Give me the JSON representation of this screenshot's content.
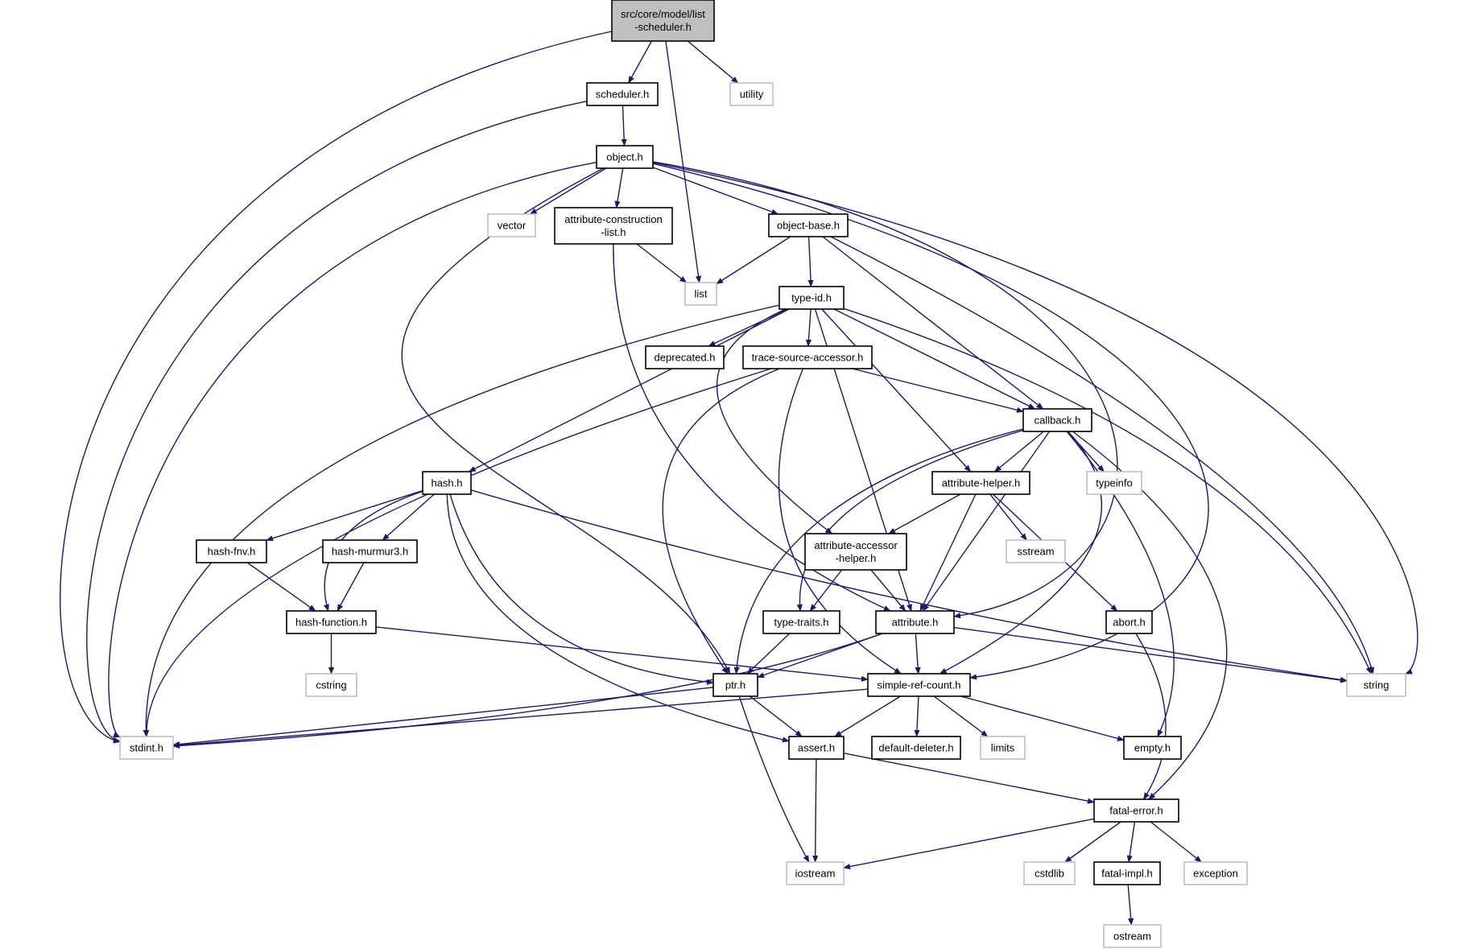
{
  "nodes": [
    {
      "id": "root",
      "kind": "root",
      "lines": [
        "src/core/model/list",
        "-scheduler.h"
      ]
    },
    {
      "id": "scheduler",
      "kind": "local",
      "lines": [
        "scheduler.h"
      ]
    },
    {
      "id": "utility",
      "kind": "system",
      "lines": [
        "utility"
      ]
    },
    {
      "id": "object",
      "kind": "local",
      "lines": [
        "object.h"
      ]
    },
    {
      "id": "vector",
      "kind": "system",
      "lines": [
        "vector"
      ]
    },
    {
      "id": "acl",
      "kind": "local",
      "lines": [
        "attribute-construction",
        "-list.h"
      ]
    },
    {
      "id": "objbase",
      "kind": "local",
      "lines": [
        "object-base.h"
      ]
    },
    {
      "id": "list",
      "kind": "system",
      "lines": [
        "list"
      ]
    },
    {
      "id": "typeid",
      "kind": "local",
      "lines": [
        "type-id.h"
      ]
    },
    {
      "id": "deprecated",
      "kind": "local",
      "lines": [
        "deprecated.h"
      ]
    },
    {
      "id": "tsa",
      "kind": "local",
      "lines": [
        "trace-source-accessor.h"
      ]
    },
    {
      "id": "callback",
      "kind": "local",
      "lines": [
        "callback.h"
      ]
    },
    {
      "id": "hash",
      "kind": "local",
      "lines": [
        "hash.h"
      ]
    },
    {
      "id": "attrhelper",
      "kind": "local",
      "lines": [
        "attribute-helper.h"
      ]
    },
    {
      "id": "typeinfo",
      "kind": "system",
      "lines": [
        "typeinfo"
      ]
    },
    {
      "id": "hashfnv",
      "kind": "local",
      "lines": [
        "hash-fnv.h"
      ]
    },
    {
      "id": "hashmurmur",
      "kind": "local",
      "lines": [
        "hash-murmur3.h"
      ]
    },
    {
      "id": "aah",
      "kind": "local",
      "lines": [
        "attribute-accessor",
        "-helper.h"
      ]
    },
    {
      "id": "sstream",
      "kind": "system",
      "lines": [
        "sstream"
      ]
    },
    {
      "id": "hashfunc",
      "kind": "local",
      "lines": [
        "hash-function.h"
      ]
    },
    {
      "id": "typetraits",
      "kind": "local",
      "lines": [
        "type-traits.h"
      ]
    },
    {
      "id": "attribute",
      "kind": "local",
      "lines": [
        "attribute.h"
      ]
    },
    {
      "id": "abort",
      "kind": "local",
      "lines": [
        "abort.h"
      ]
    },
    {
      "id": "cstring",
      "kind": "system",
      "lines": [
        "cstring"
      ]
    },
    {
      "id": "ptr",
      "kind": "local",
      "lines": [
        "ptr.h"
      ]
    },
    {
      "id": "src",
      "kind": "local",
      "lines": [
        "simple-ref-count.h"
      ]
    },
    {
      "id": "string",
      "kind": "system",
      "lines": [
        "string"
      ]
    },
    {
      "id": "stdint",
      "kind": "system",
      "lines": [
        "stdint.h"
      ]
    },
    {
      "id": "assert",
      "kind": "local",
      "lines": [
        "assert.h"
      ]
    },
    {
      "id": "defdel",
      "kind": "local",
      "lines": [
        "default-deleter.h"
      ]
    },
    {
      "id": "limits",
      "kind": "system",
      "lines": [
        "limits"
      ]
    },
    {
      "id": "empty",
      "kind": "local",
      "lines": [
        "empty.h"
      ]
    },
    {
      "id": "fatalerror",
      "kind": "local",
      "lines": [
        "fatal-error.h"
      ]
    },
    {
      "id": "iostream",
      "kind": "system",
      "lines": [
        "iostream"
      ]
    },
    {
      "id": "cstdlib",
      "kind": "system",
      "lines": [
        "cstdlib"
      ]
    },
    {
      "id": "fatalimpl",
      "kind": "local",
      "lines": [
        "fatal-impl.h"
      ]
    },
    {
      "id": "exception",
      "kind": "system",
      "lines": [
        "exception"
      ]
    },
    {
      "id": "ostream",
      "kind": "system",
      "lines": [
        "ostream"
      ]
    }
  ],
  "edges": [
    [
      "root",
      "scheduler"
    ],
    [
      "root",
      "utility"
    ],
    [
      "root",
      "list"
    ],
    [
      "root",
      "stdint"
    ],
    [
      "scheduler",
      "object"
    ],
    [
      "scheduler",
      "stdint"
    ],
    [
      "object",
      "vector"
    ],
    [
      "object",
      "acl"
    ],
    [
      "object",
      "objbase"
    ],
    [
      "object",
      "string"
    ],
    [
      "object",
      "src"
    ],
    [
      "object",
      "attribute"
    ],
    [
      "object",
      "ptr"
    ],
    [
      "object",
      "stdint"
    ],
    [
      "acl",
      "list"
    ],
    [
      "acl",
      "attribute"
    ],
    [
      "objbase",
      "list"
    ],
    [
      "objbase",
      "typeid"
    ],
    [
      "objbase",
      "callback"
    ],
    [
      "objbase",
      "string"
    ],
    [
      "typeid",
      "deprecated"
    ],
    [
      "typeid",
      "tsa"
    ],
    [
      "typeid",
      "callback"
    ],
    [
      "typeid",
      "hash"
    ],
    [
      "typeid",
      "attrhelper"
    ],
    [
      "typeid",
      "aah"
    ],
    [
      "typeid",
      "attribute"
    ],
    [
      "typeid",
      "string"
    ],
    [
      "typeid",
      "stdint"
    ],
    [
      "tsa",
      "callback"
    ],
    [
      "tsa",
      "ptr"
    ],
    [
      "tsa",
      "src"
    ],
    [
      "tsa",
      "stdint"
    ],
    [
      "callback",
      "typeinfo"
    ],
    [
      "callback",
      "attrhelper"
    ],
    [
      "callback",
      "typetraits"
    ],
    [
      "callback",
      "attribute"
    ],
    [
      "callback",
      "ptr"
    ],
    [
      "callback",
      "src"
    ],
    [
      "callback",
      "empty"
    ],
    [
      "callback",
      "fatalerror"
    ],
    [
      "hash",
      "hashfnv"
    ],
    [
      "hash",
      "hashmurmur"
    ],
    [
      "hash",
      "hashfunc"
    ],
    [
      "hash",
      "ptr"
    ],
    [
      "hash",
      "assert"
    ],
    [
      "hash",
      "string"
    ],
    [
      "attrhelper",
      "aah"
    ],
    [
      "attrhelper",
      "sstream"
    ],
    [
      "attrhelper",
      "attribute"
    ],
    [
      "attrhelper",
      "abort"
    ],
    [
      "hashfnv",
      "hashfunc"
    ],
    [
      "hashmurmur",
      "hashfunc"
    ],
    [
      "aah",
      "typetraits"
    ],
    [
      "aah",
      "attribute"
    ],
    [
      "hashfunc",
      "cstring"
    ],
    [
      "hashfunc",
      "src"
    ],
    [
      "typetraits",
      "ptr"
    ],
    [
      "attribute",
      "ptr"
    ],
    [
      "attribute",
      "src"
    ],
    [
      "attribute",
      "string"
    ],
    [
      "attribute",
      "stdint"
    ],
    [
      "abort",
      "fatalerror"
    ],
    [
      "ptr",
      "assert"
    ],
    [
      "ptr",
      "iostream"
    ],
    [
      "ptr",
      "stdint"
    ],
    [
      "src",
      "assert"
    ],
    [
      "src",
      "defdel"
    ],
    [
      "src",
      "limits"
    ],
    [
      "src",
      "empty"
    ],
    [
      "src",
      "stdint"
    ],
    [
      "assert",
      "iostream"
    ],
    [
      "assert",
      "fatalerror"
    ],
    [
      "fatalerror",
      "iostream"
    ],
    [
      "fatalerror",
      "cstdlib"
    ],
    [
      "fatalerror",
      "fatalimpl"
    ],
    [
      "fatalerror",
      "exception"
    ],
    [
      "fatalimpl",
      "ostream"
    ]
  ]
}
